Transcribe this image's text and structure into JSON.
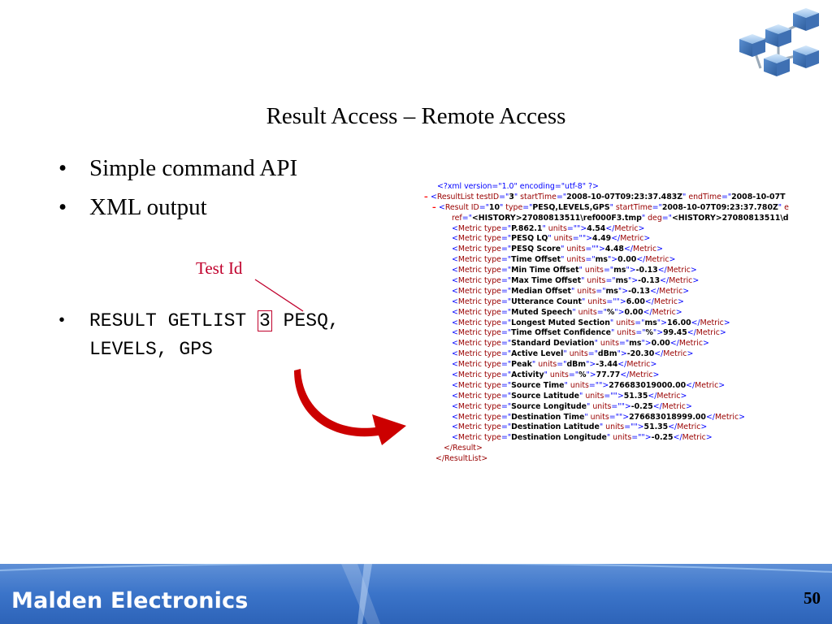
{
  "slide": {
    "title": "Result Access – Remote Access",
    "bullets": [
      "Simple command API",
      "XML output"
    ],
    "callout_label": "Test Id",
    "command": {
      "prefix": "RESULT GETLIST ",
      "test_id": "3",
      "suffix": " PESQ,",
      "line2": "LEVELS, GPS"
    },
    "footer_brand": "Malden Electronics",
    "page_number": "50",
    "colors": {
      "accent_red": "#c0002c",
      "footer_blue": "#3b74c9",
      "arrow_red": "#cc0000"
    },
    "icons": [
      "network-cubes-logo-icon",
      "curved-arrow-icon"
    ]
  },
  "xml": {
    "declaration": "<?xml version=\"1.0\" encoding=\"utf-8\" ?>",
    "result_list": {
      "testID": "3",
      "startTime": "2008-10-07T09:23:37.483Z",
      "endTime": "2008-10-07T"
    },
    "result": {
      "ID": "10",
      "type": "PESQ,LEVELS,GPS",
      "startTime": "2008-10-07T09:23:37.780Z",
      "tail": "e",
      "ref": "<HISTORY>27080813511\\ref000F3.tmp",
      "deg": "<HISTORY>27080813511\\d"
    },
    "metrics": [
      {
        "type": "P.862.1",
        "units": "",
        "value": "4.54"
      },
      {
        "type": "PESQ LQ",
        "units": "",
        "value": "4.49"
      },
      {
        "type": "PESQ Score",
        "units": "",
        "value": "4.48"
      },
      {
        "type": "Time Offset",
        "units": "ms",
        "value": "0.00"
      },
      {
        "type": "Min Time Offset",
        "units": "ms",
        "value": "-0.13"
      },
      {
        "type": "Max Time Offset",
        "units": "ms",
        "value": "-0.13"
      },
      {
        "type": "Median Offset",
        "units": "ms",
        "value": "-0.13"
      },
      {
        "type": "Utterance Count",
        "units": "",
        "value": "6.00"
      },
      {
        "type": "Muted Speech",
        "units": "%",
        "value": "0.00"
      },
      {
        "type": "Longest Muted Section",
        "units": "ms",
        "value": "16.00"
      },
      {
        "type": "Time Offset Confidence",
        "units": "%",
        "value": "99.45"
      },
      {
        "type": "Standard Deviation",
        "units": "ms",
        "value": "0.00"
      },
      {
        "type": "Active Level",
        "units": "dBm",
        "value": "-20.30"
      },
      {
        "type": "Peak",
        "units": "dBm",
        "value": "-3.44"
      },
      {
        "type": "Activity",
        "units": "%",
        "value": "77.77"
      },
      {
        "type": "Source Time",
        "units": "",
        "value": "276683019000.00"
      },
      {
        "type": "Source Latitude",
        "units": "",
        "value": "51.35"
      },
      {
        "type": "Source Longitude",
        "units": "",
        "value": "-0.25"
      },
      {
        "type": "Destination Time",
        "units": "",
        "value": "276683018999.00"
      },
      {
        "type": "Destination Latitude",
        "units": "",
        "value": "51.35"
      },
      {
        "type": "Destination Longitude",
        "units": "",
        "value": "-0.25"
      }
    ],
    "close_result": "</Result>",
    "close_list": "</ResultList>"
  }
}
